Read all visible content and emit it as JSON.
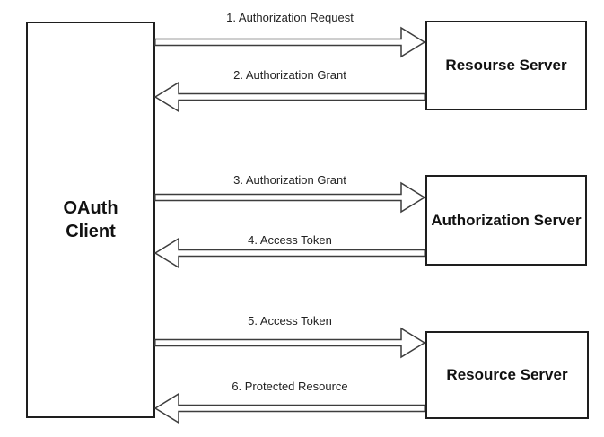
{
  "diagram": {
    "client": {
      "line1": "OAuth",
      "line2": "Client"
    },
    "servers": [
      {
        "label": "Resourse Server"
      },
      {
        "label": "Authorization Server"
      },
      {
        "label": "Resource Server"
      }
    ],
    "messages": [
      {
        "step": "1. Authorization Request",
        "direction": "right"
      },
      {
        "step": "2. Authorization Grant",
        "direction": "left"
      },
      {
        "step": "3. Authorization Grant",
        "direction": "right"
      },
      {
        "step": "4. Access Token",
        "direction": "left"
      },
      {
        "step": "5. Access Token",
        "direction": "right"
      },
      {
        "step": "6. Protected Resource",
        "direction": "left"
      }
    ],
    "colors": {
      "line": "#3d3d3d",
      "border": "#1e1e1e",
      "text": "#222222",
      "background": "#ffffff"
    }
  }
}
